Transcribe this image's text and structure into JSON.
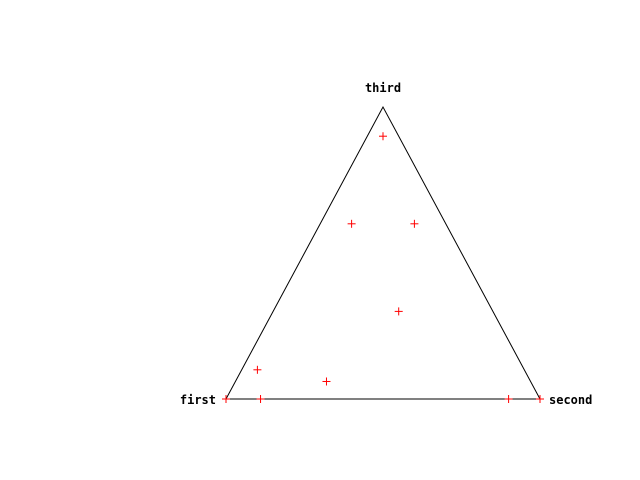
{
  "chart_data": {
    "type": "scatter",
    "subtype": "ternary",
    "grid": false,
    "legend": "none",
    "vertices": {
      "first": "first",
      "second": "second",
      "third": "third"
    },
    "points": [
      {
        "first": 1.0,
        "second": 0.0,
        "third": 0.0
      },
      {
        "first": 0.89,
        "second": 0.11,
        "third": 0.0
      },
      {
        "first": 0.1,
        "second": 0.9,
        "third": 0.0
      },
      {
        "first": 0.0,
        "second": 1.0,
        "third": 0.0
      },
      {
        "first": 0.05,
        "second": 0.05,
        "third": 0.9
      },
      {
        "first": 0.85,
        "second": 0.05,
        "third": 0.1
      },
      {
        "first": 0.65,
        "second": 0.29,
        "third": 0.06
      },
      {
        "first": 0.3,
        "second": 0.4,
        "third": 0.3
      },
      {
        "first": 0.3,
        "second": 0.1,
        "third": 0.6
      },
      {
        "first": 0.1,
        "second": 0.3,
        "third": 0.6
      }
    ],
    "colors": {
      "outline": "#000000",
      "marker": "#ff0000"
    }
  }
}
